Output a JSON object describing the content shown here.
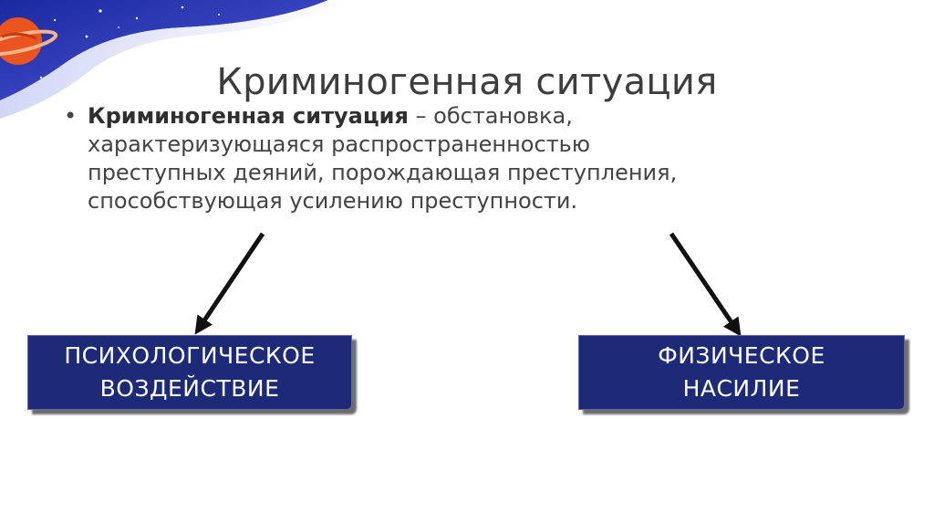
{
  "slide": {
    "title": "Криминогенная ситуация",
    "definition": {
      "bullet": "•",
      "term": "Криминогенная ситуация",
      "text": " – обстановка, характеризующаяся распространенностью преступных деяний, порождающая преступления, способствующая усилению преступности."
    },
    "boxes": [
      {
        "line1": "ПСИХОЛОГИЧЕСКОЕ",
        "line2": "ВОЗДЕЙСТВИЕ"
      },
      {
        "line1": "ФИЗИЧЕСКОЕ",
        "line2": "НАСИЛИЕ"
      }
    ]
  },
  "colors": {
    "box_fill": "#1c2a78",
    "box_text": "#ffffff",
    "arrow": "#111111",
    "decor_blue": "#1f2ea0",
    "decor_planet": "#e9541f"
  },
  "icons": [
    "space-planet-decoration",
    "arrow-down-left",
    "arrow-down-right"
  ]
}
